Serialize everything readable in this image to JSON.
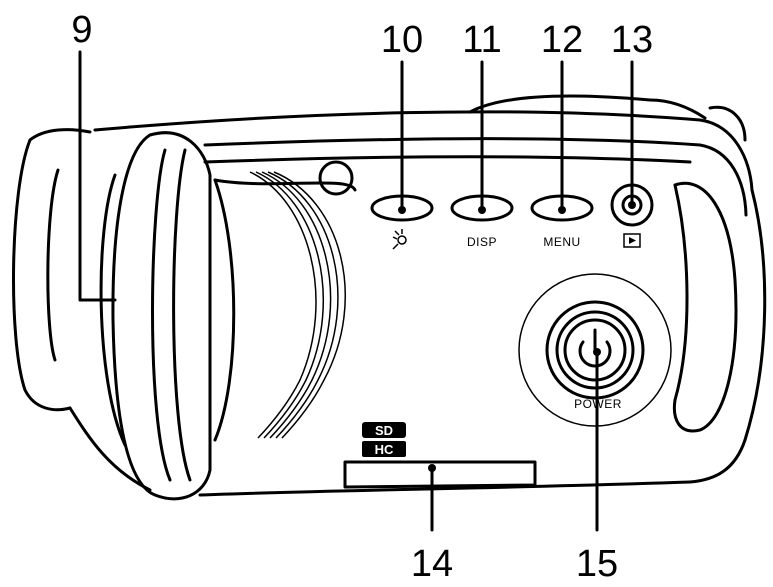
{
  "callouts": {
    "n9": "9",
    "n10": "10",
    "n11": "11",
    "n12": "12",
    "n13": "13",
    "n14": "14",
    "n15": "15"
  },
  "button_labels": {
    "disp": "DISP",
    "menu": "MENU",
    "power": "POWER"
  },
  "logo": {
    "sdhc": "SDHC"
  },
  "icons": {
    "button_10": "light-icon",
    "button_13": "play-icon"
  }
}
